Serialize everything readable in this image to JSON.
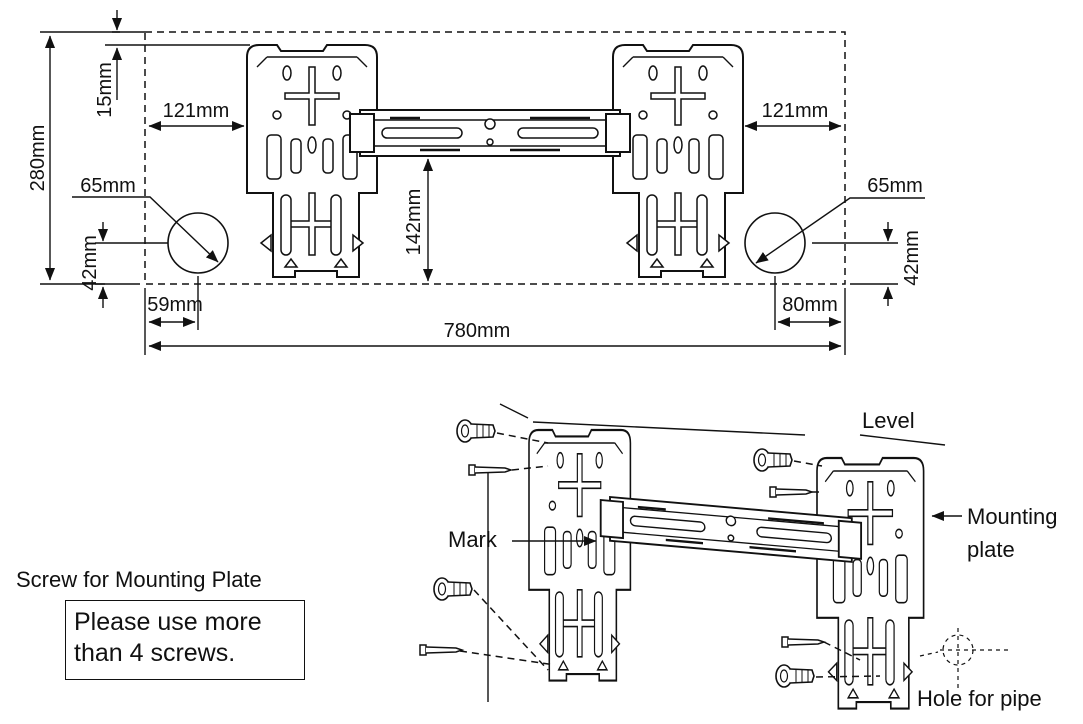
{
  "diagram": {
    "dimensions": {
      "top_margin": "15mm",
      "left_edge": "121mm",
      "right_edge": "121mm",
      "overall_height": "280mm",
      "hole_left_diameter": "65mm",
      "hole_right_diameter": "65mm",
      "hole_left_height": "42mm",
      "hole_right_height": "42mm",
      "bar_height": "142mm",
      "hole_left_offset": "59mm",
      "hole_right_offset": "80mm",
      "overall_width": "780mm"
    },
    "install": {
      "level_label": "Level",
      "mark_label": "Mark",
      "plate_label_line1": "Mounting",
      "plate_label_line2": "plate",
      "pipe_hole_label": "Hole for pipe"
    },
    "screw_note": {
      "title": "Screw for Mounting Plate",
      "line1": "Please use more",
      "line2": "than 4 screws."
    }
  }
}
